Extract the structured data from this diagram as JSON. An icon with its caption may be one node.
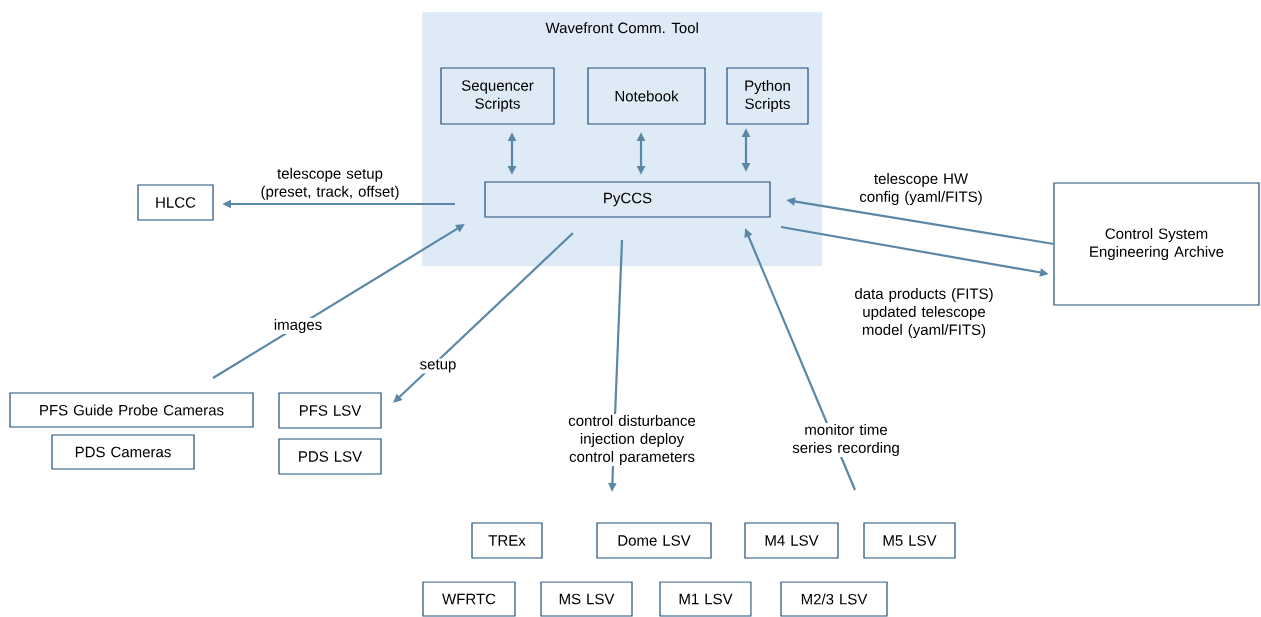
{
  "diagram": {
    "nodes": [
      {
        "text": [
          "Wavefront Comm. Tool"
        ]
      },
      {
        "text": [
          "Sequencer Scripts"
        ],
        "in": 0
      },
      {
        "text": [
          "Notebook"
        ],
        "in": 0
      },
      {
        "text": [
          "Python Scripts"
        ],
        "in": 0
      },
      {
        "text": [
          "PyCCS"
        ],
        "in": 0
      },
      {
        "text": [
          "HLCC"
        ]
      },
      {
        "text": [
          "PFS Guide Probe Cameras"
        ]
      },
      {
        "text": [
          "PDS Cameras"
        ]
      },
      {
        "text": [
          "PFS LSV"
        ]
      },
      {
        "text": [
          "PDS LSV"
        ]
      },
      {
        "text": [
          "TREx"
        ]
      },
      {
        "text": [
          "Dome LSV"
        ]
      },
      {
        "text": [
          "M4 LSV"
        ]
      },
      {
        "text": [
          "M5 LSV"
        ]
      },
      {
        "text": [
          "WFRTC"
        ]
      },
      {
        "text": [
          "MS LSV"
        ]
      },
      {
        "text": [
          "M1 LSV"
        ]
      },
      {
        "text": [
          "M2/3 LSV"
        ]
      },
      {
        "text": [
          "Control System Engineering Archive"
        ]
      }
    ],
    "edges": [
      {
        "from": 1,
        "to": 4,
        "arrow": "both"
      },
      {
        "from": 2,
        "to": 4,
        "arrow": "both"
      },
      {
        "from": 3,
        "to": 4,
        "arrow": "both"
      },
      {
        "from": 4,
        "to": 5,
        "arrow": "to",
        "label": "telescope setup (preset, track, offset)"
      },
      {
        "from": 6,
        "to": 4,
        "arrow": "to",
        "label": "images"
      },
      {
        "from": 4,
        "to": 8,
        "arrow": "to",
        "label": "setup"
      },
      {
        "from": 4,
        "to": null,
        "arrow": "to",
        "label": "control disturbance injection deploy control parameters"
      },
      {
        "from": null,
        "to": 4,
        "arrow": "to",
        "label": "monitor time series recording"
      },
      {
        "from": 18,
        "to": 4,
        "arrow": "to",
        "label": "telescope HW config (yaml/FITS)"
      },
      {
        "from": 4,
        "to": 18,
        "arrow": "to",
        "label": "data products (FITS) updated telescope model (yaml/FITS)"
      }
    ]
  }
}
